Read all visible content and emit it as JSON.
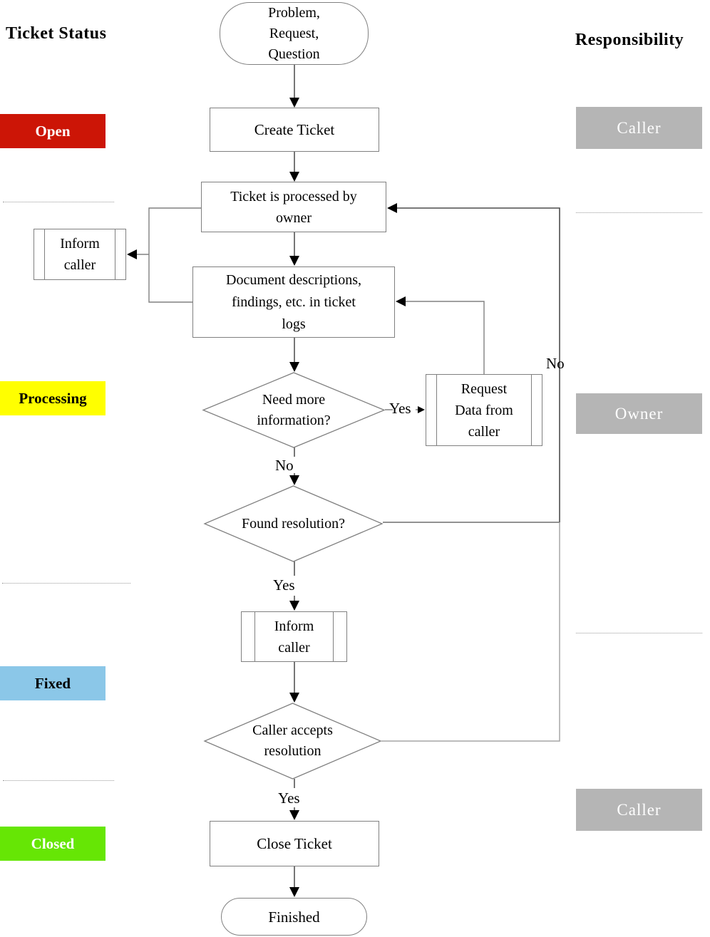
{
  "left_column": {
    "title": "Ticket Status",
    "statuses": [
      {
        "label": "Open",
        "bg": "#cc1506",
        "fg": "#ffffff"
      },
      {
        "label": "Processing",
        "bg": "#ffff00",
        "fg": "#000000"
      },
      {
        "label": "Fixed",
        "bg": "#8bc7e8",
        "fg": "#000000"
      },
      {
        "label": "Closed",
        "bg": "#66e605",
        "fg": "#ffffff"
      }
    ]
  },
  "right_column": {
    "title": "Responsibility",
    "box_bg": "#b5b5b5",
    "box_fg": "#ffffff",
    "roles": [
      {
        "label": "Caller"
      },
      {
        "label": "Owner"
      },
      {
        "label": "Caller"
      }
    ]
  },
  "flow": {
    "nodes": {
      "start": "Problem,\nRequest,\nQuestion",
      "create_ticket": "Create Ticket",
      "processed_by_owner": "Ticket is processed by\nowner",
      "document_logs": "Document descriptions,\nfindings, etc. in ticket\nlogs",
      "inform_caller_1": "Inform\ncaller",
      "need_more_info": "Need more\ninformation?",
      "request_data": "Request\nData from\ncaller",
      "found_resolution": "Found resolution?",
      "inform_caller_2": "Inform\ncaller",
      "caller_accepts": "Caller accepts\nresolution",
      "close_ticket": "Close Ticket",
      "finished": "Finished"
    },
    "edge_labels": {
      "need_more_yes": "Yes",
      "need_more_no": "No",
      "found_yes": "Yes",
      "loop_no": "No",
      "accepts_yes": "Yes"
    }
  }
}
